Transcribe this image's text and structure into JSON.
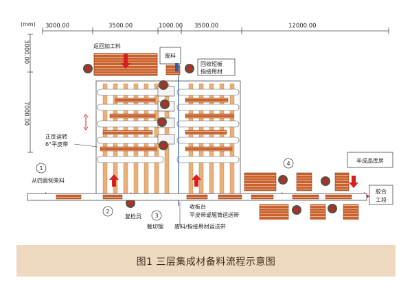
{
  "units": "(mm)",
  "top_dimensions": [
    "3000.00",
    "3500.00",
    "1000.00",
    "3500.00",
    "12000.00"
  ],
  "left_dimensions": [
    "3000.00",
    "7000.00"
  ],
  "labels": {
    "return_processing": "返回加工料",
    "waste": "废料",
    "recycle_line1": "回收短板",
    "recycle_line2": "指接用材",
    "flip_line1": "正反运转",
    "flip_line2": "6°平皮带",
    "from_planer": "从四面刨来料",
    "inspector": "复检员",
    "saw": "截切锯",
    "collect_line1": "收板台",
    "collect_line2": "平皮带或辊筒运送带",
    "waste_conveyor": "废料/指接用材运送带",
    "semi_finished": "半成品库房",
    "glue_line1": "胶合",
    "glue_line2": "工段"
  },
  "markers": [
    "1",
    "2",
    "3",
    "4"
  ],
  "caption": "图1  三层集成材备料流程示意图",
  "colors": {
    "wood": "#c9622e",
    "wood_dark": "#8a3c14",
    "line": "#444444",
    "caption_bg": "#efd8c0",
    "red": "#d42020",
    "blue": "#2f5fa8"
  }
}
